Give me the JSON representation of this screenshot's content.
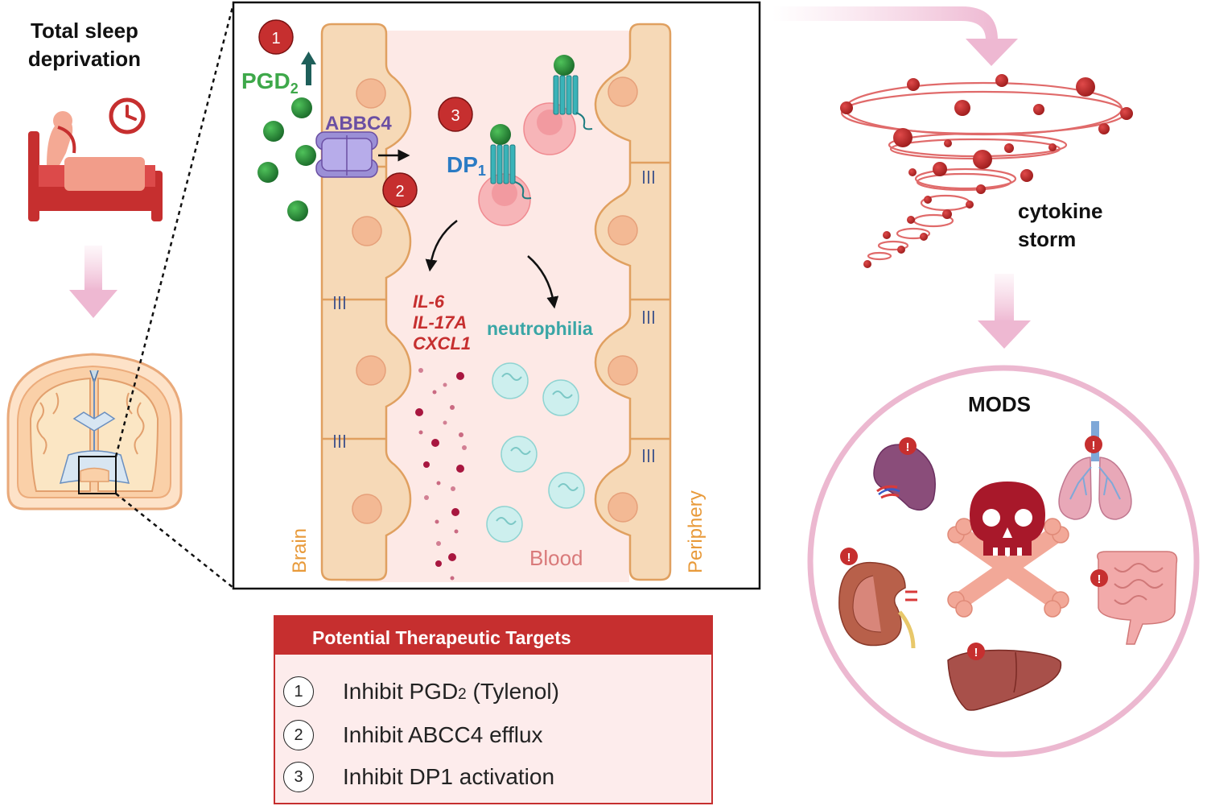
{
  "left_panel": {
    "title_line1": "Total sleep",
    "title_line2": "deprivation"
  },
  "zoom_panel": {
    "pgd2_label": "PGD",
    "pgd2_subscript": "2",
    "abcc4_label": "ABBC4",
    "dp1_label": "DP",
    "dp1_subscript": "1",
    "cytokines": [
      "IL-6",
      "IL-17A",
      "CXCL1"
    ],
    "neutrophilia_label": "neutrophilia",
    "blood_label": "Blood",
    "brain_label": "Brain",
    "periphery_label": "Periphery",
    "step_badges": [
      "1",
      "2",
      "3"
    ]
  },
  "storm": {
    "label_line1": "cytokine",
    "label_line2": "storm"
  },
  "mods": {
    "title": "MODS",
    "alert_symbol": "!"
  },
  "targets": {
    "header": "Potential Therapeutic Targets",
    "items": [
      {
        "num": "1",
        "text": "Inhibit PGD",
        "sub": "2",
        "suffix": " (Tylenol)"
      },
      {
        "num": "2",
        "text": "Inhibit ABCC4 efflux",
        "sub": "",
        "suffix": ""
      },
      {
        "num": "3",
        "text": "Inhibit DP1 activation",
        "sub": "",
        "suffix": ""
      }
    ]
  },
  "colors": {
    "accent_red": "#c62f2f",
    "pgd_green": "#3ea84a",
    "dp1_blue": "#2b7bc4",
    "abcc4_purple": "#6b4fa3",
    "neutrophil_teal": "#3aa6a6",
    "cell_tan": "#f6d9b7",
    "cell_border": "#e0a060",
    "arrow_pink": "#f0c0d8"
  }
}
